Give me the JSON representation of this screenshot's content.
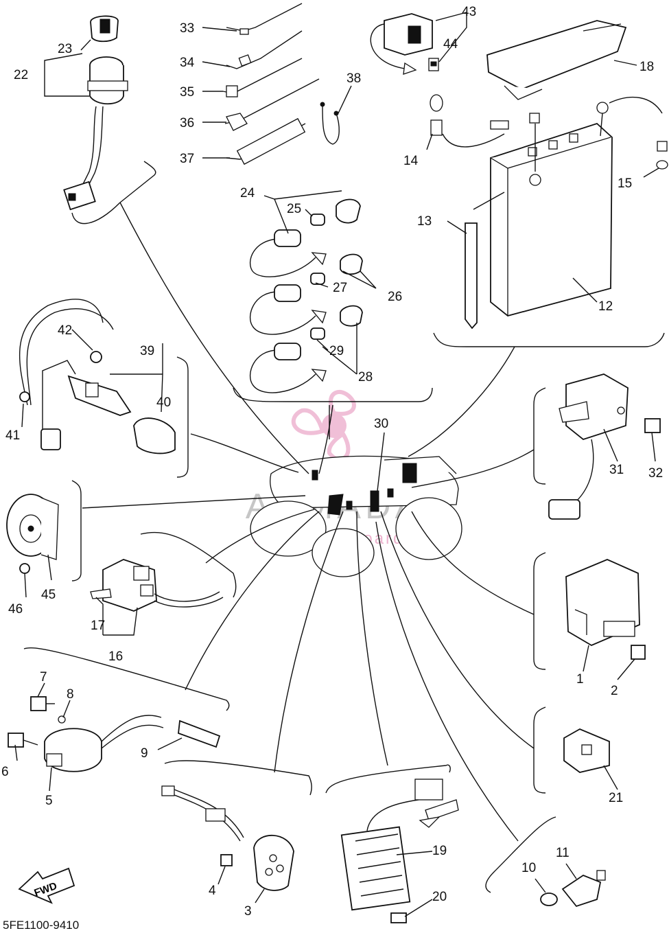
{
  "diagram": {
    "code": "5FE1100-9410",
    "fwd_label": "FWD",
    "watermark": {
      "brand": "ARMADA",
      "tagline": "marine outboards"
    },
    "callouts": [
      {
        "id": "c1",
        "label": "1"
      },
      {
        "id": "c2",
        "label": "2"
      },
      {
        "id": "c3",
        "label": "3"
      },
      {
        "id": "c4",
        "label": "4"
      },
      {
        "id": "c5",
        "label": "5"
      },
      {
        "id": "c6",
        "label": "6"
      },
      {
        "id": "c7",
        "label": "7"
      },
      {
        "id": "c8",
        "label": "8"
      },
      {
        "id": "c9",
        "label": "9"
      },
      {
        "id": "c10",
        "label": "10"
      },
      {
        "id": "c11",
        "label": "11"
      },
      {
        "id": "c12",
        "label": "12"
      },
      {
        "id": "c13",
        "label": "13"
      },
      {
        "id": "c14",
        "label": "14"
      },
      {
        "id": "c15",
        "label": "15"
      },
      {
        "id": "c16",
        "label": "16"
      },
      {
        "id": "c17",
        "label": "17"
      },
      {
        "id": "c18",
        "label": "18"
      },
      {
        "id": "c19",
        "label": "19"
      },
      {
        "id": "c20",
        "label": "20"
      },
      {
        "id": "c21",
        "label": "21"
      },
      {
        "id": "c22",
        "label": "22"
      },
      {
        "id": "c23",
        "label": "23"
      },
      {
        "id": "c24",
        "label": "24"
      },
      {
        "id": "c25",
        "label": "25"
      },
      {
        "id": "c26",
        "label": "26"
      },
      {
        "id": "c27",
        "label": "27"
      },
      {
        "id": "c28",
        "label": "28"
      },
      {
        "id": "c29",
        "label": "29"
      },
      {
        "id": "c30",
        "label": "30"
      },
      {
        "id": "c31",
        "label": "31"
      },
      {
        "id": "c32",
        "label": "32"
      },
      {
        "id": "c33",
        "label": "33"
      },
      {
        "id": "c34",
        "label": "34"
      },
      {
        "id": "c35",
        "label": "35"
      },
      {
        "id": "c36",
        "label": "36"
      },
      {
        "id": "c37",
        "label": "37"
      },
      {
        "id": "c38",
        "label": "38"
      },
      {
        "id": "c39",
        "label": "39"
      },
      {
        "id": "c40",
        "label": "40"
      },
      {
        "id": "c41",
        "label": "41"
      },
      {
        "id": "c42",
        "label": "42"
      },
      {
        "id": "c43",
        "label": "43"
      },
      {
        "id": "c44",
        "label": "44"
      },
      {
        "id": "c45",
        "label": "45"
      },
      {
        "id": "c46",
        "label": "46"
      }
    ]
  }
}
